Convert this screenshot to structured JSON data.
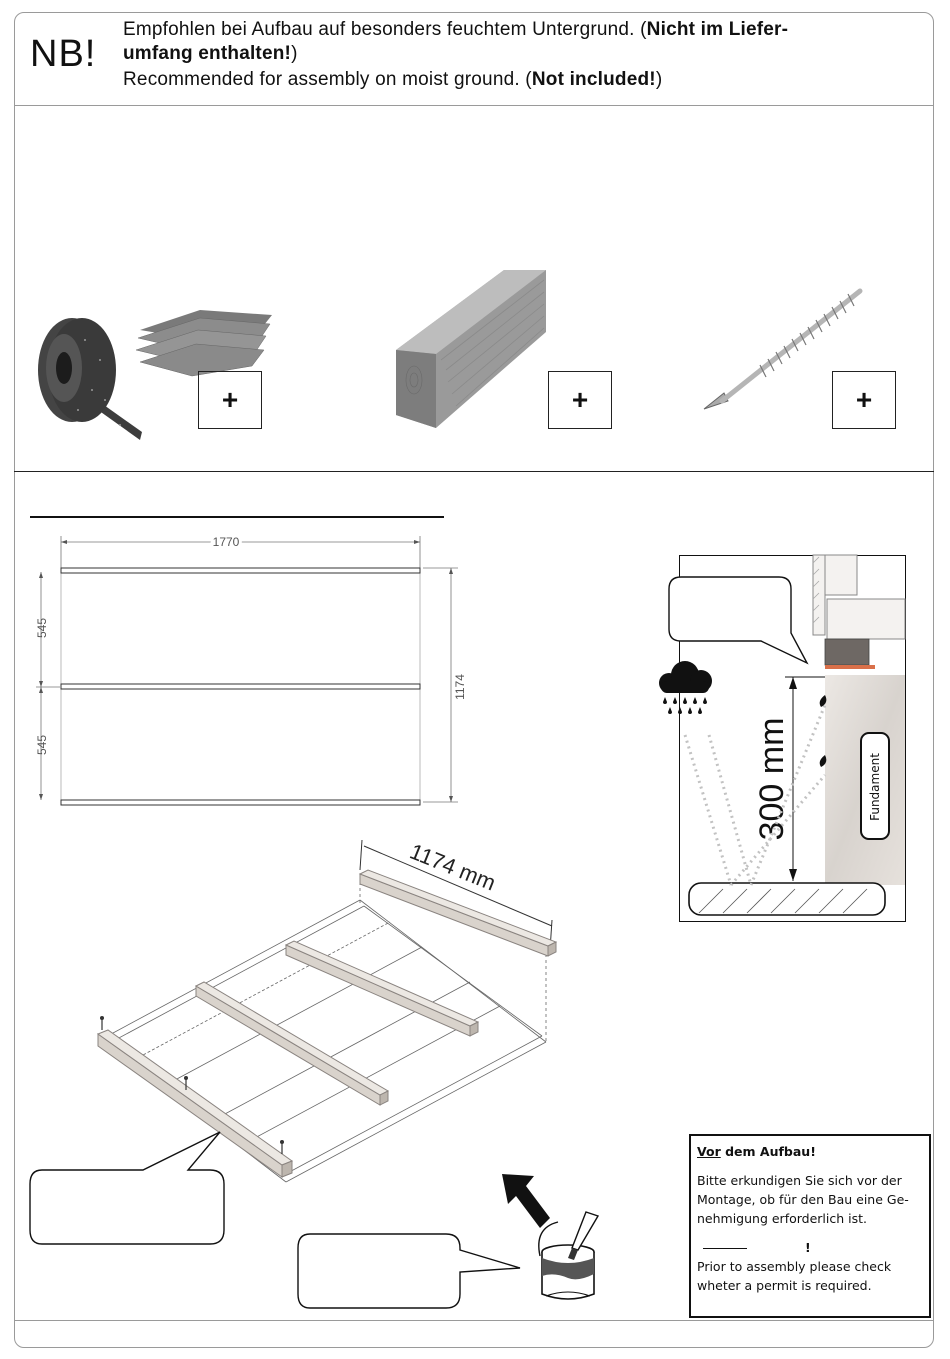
{
  "header": {
    "nb": "NB!",
    "de_line1_normal": "Empfohlen bei Aufbau auf besonders feuchtem Untergrund. (",
    "de_line1_bold": "Nicht im Liefer-",
    "de_line2_bold": "umfang enthalten!",
    "de_line2_normal": ")",
    "en_normal": "Recommended for assembly on moist ground. (",
    "en_bold": "Not included!",
    "en_close": ")"
  },
  "parts": {
    "plus_label": "+"
  },
  "plan": {
    "width_label": "1770",
    "depth_label": "1174",
    "section1_label": "545",
    "section2_label": "545"
  },
  "iso": {
    "length_label": "1174 mm"
  },
  "detail": {
    "height_label": "300 mm",
    "foundation_label": "Fundament"
  },
  "note": {
    "title_underlined": "Vor",
    "title_rest": " dem Aufbau!",
    "de_text": "Bitte erkundigen Sie sich vor der Montage, ob für den Bau eine Ge-nehmigung erforderlich ist.",
    "excl": "!",
    "en_text": "Prior to assembly please check wheter a permit is required."
  },
  "colors": {
    "beam": "#d9d3cc",
    "beam_stroke": "#8a8480",
    "rubber": "#3a3a3a",
    "accent_strip": "#d9704a"
  }
}
